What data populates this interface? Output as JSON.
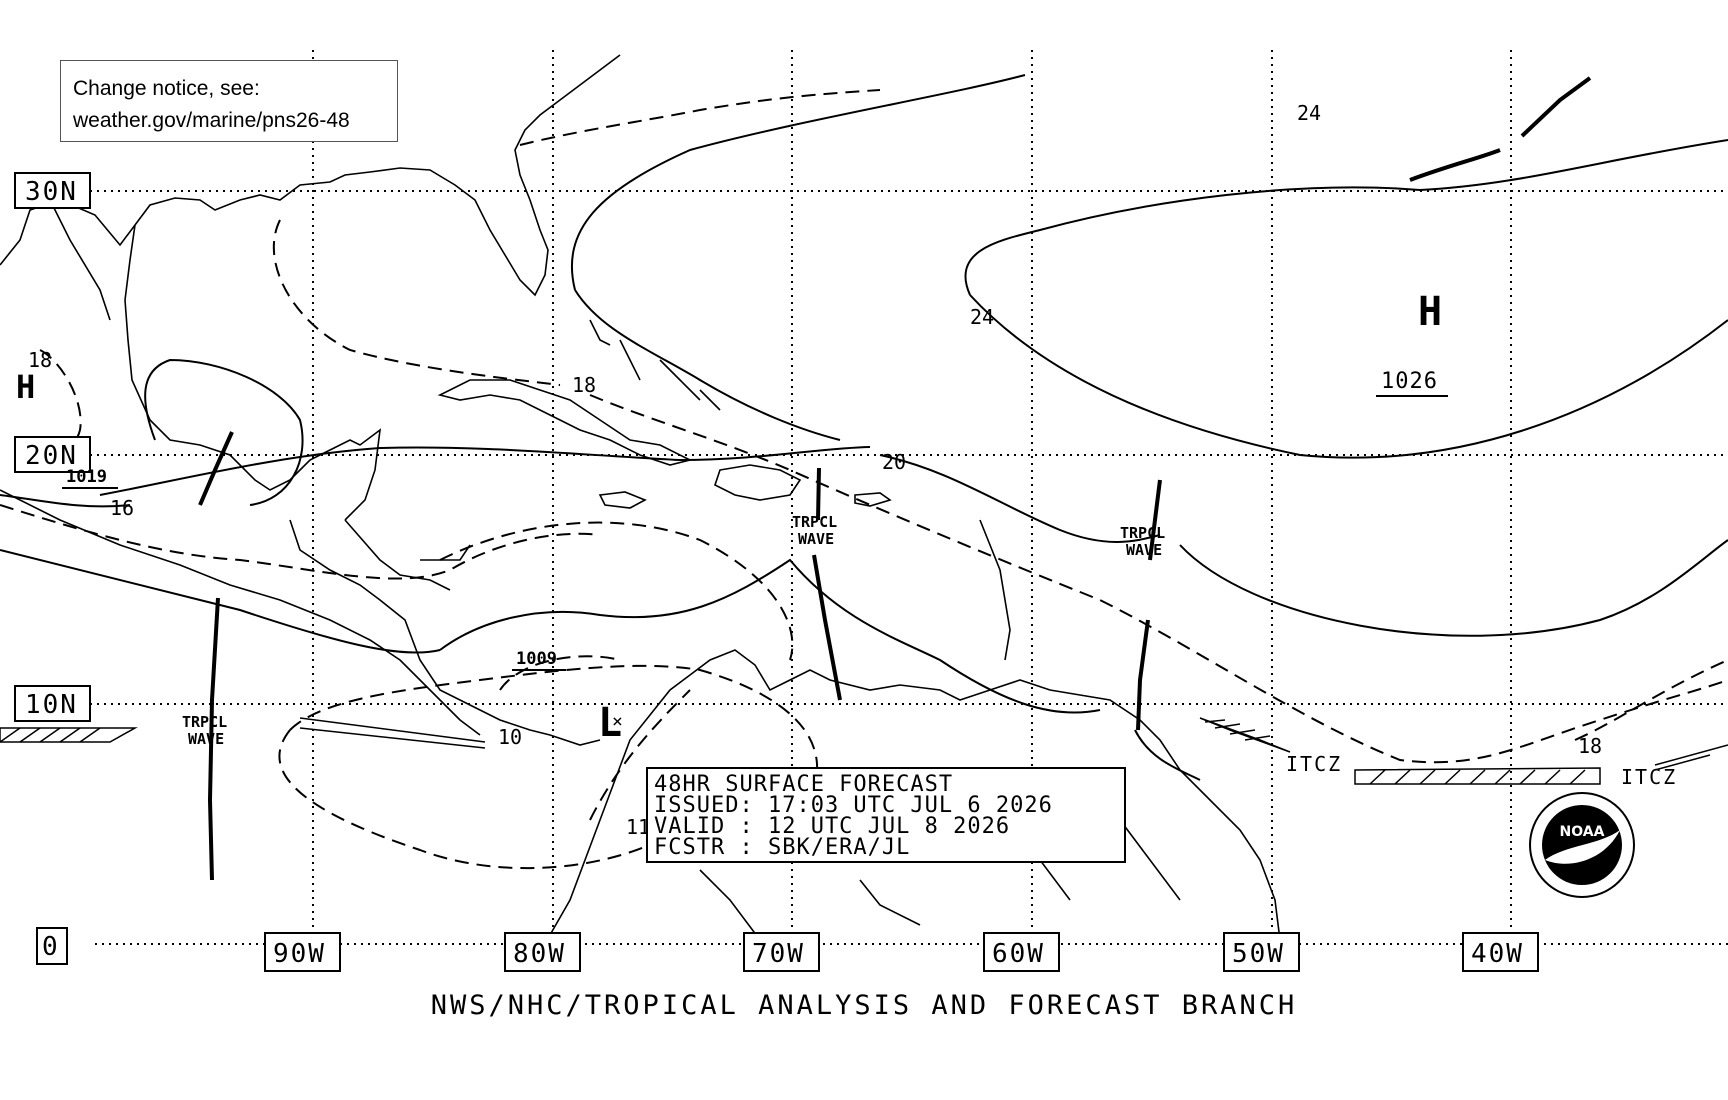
{
  "notice": {
    "line1": "Change notice, see:",
    "line2": "weather.gov/marine/pns26-48"
  },
  "latitudes": [
    "30N",
    "20N",
    "10N",
    "0"
  ],
  "longitudes": [
    "90W",
    "80W",
    "70W",
    "60W",
    "50W",
    "40W"
  ],
  "forecast_box": {
    "line1": "48HR SURFACE FORECAST",
    "line2": "ISSUED: 17:03 UTC JUL 6 2026",
    "line3": "VALID : 12 UTC JUL 8 2026",
    "line4": "FCSTR : SBK/ERA/JL"
  },
  "pressure_centers": {
    "high_atlantic": {
      "symbol": "H",
      "value": "1026"
    },
    "high_mexico": {
      "symbol": "H",
      "value": "1019"
    },
    "low_caribbean": {
      "symbol": "L",
      "value": "1009"
    }
  },
  "isobar_labels": {
    "a24_top": "24",
    "a24_mid": "24",
    "a20": "20",
    "a18_gulf": "18",
    "a18_mexico": "18",
    "a18_east": "18",
    "a16": "16",
    "a10": "10",
    "a11": "11"
  },
  "features": {
    "wave_label_line1": "TRPCL",
    "wave_label_line2": "WAVE",
    "itcz": "ITCZ"
  },
  "footer": "NWS/NHC/TROPICAL ANALYSIS AND FORECAST BRANCH",
  "logo_text": "NOAA",
  "colors": {
    "ink": "#000000",
    "background": "#ffffff"
  }
}
